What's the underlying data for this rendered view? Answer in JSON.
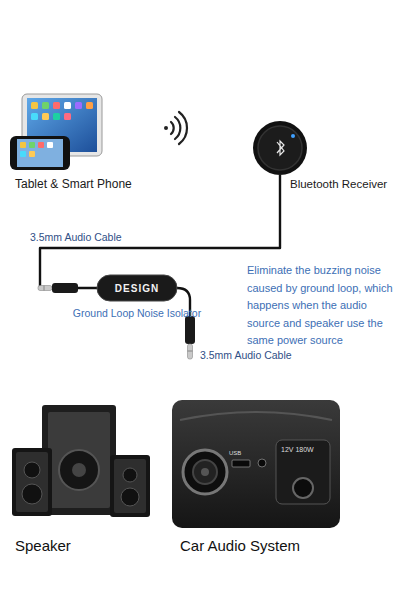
{
  "diagram": {
    "nodes": [
      {
        "text": [
          "Bluetooth Receiver"
        ]
      },
      {
        "text": [
          "DESIGN",
          "Ground Loop Noise Isolator"
        ]
      }
    ],
    "edges": [
      {
        "from": 0,
        "to": 1,
        "arrow": "none",
        "label": "3.5mm Audio Cable"
      }
    ],
    "labels": [
      "Tablet & Smart Phone",
      "3.5mm Audio Cable",
      "Eliminate the buzzing noise caused by ground loop, which happens when the audio source and speaker use the same power source",
      "Speaker",
      "Car Audio System",
      "USB",
      "12V 180W"
    ]
  }
}
